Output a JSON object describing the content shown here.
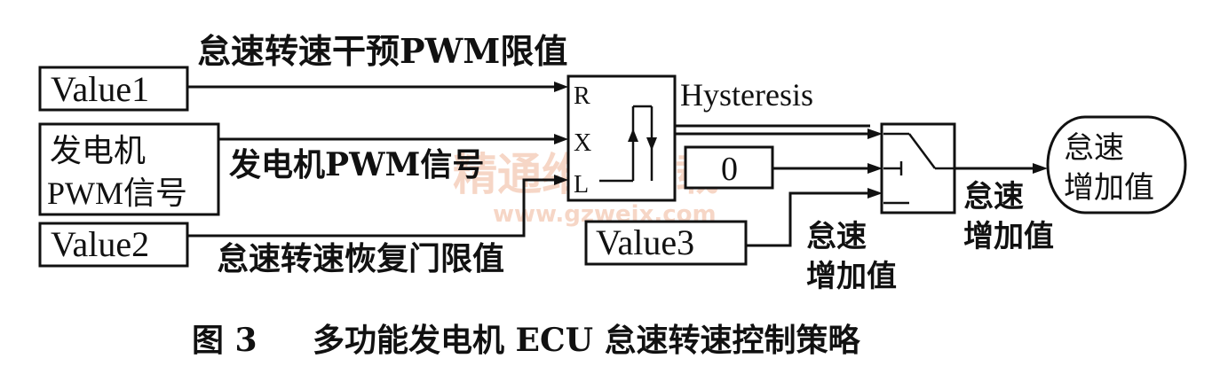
{
  "inputs": {
    "value1": "Value1",
    "gen_pwm_line1": "发电机",
    "gen_pwm_line2": "PWM信号",
    "value2": "Value2",
    "value3": "Value3",
    "zero": "0"
  },
  "wire_labels": {
    "idle_interfere_limit": "怠速转速干预PWM限值",
    "gen_pwm_signal": "发电机PWM信号",
    "idle_recover_limit": "怠速转速恢复门限值",
    "idle_increase_1_line1": "怠速",
    "idle_increase_1_line2": "增加值",
    "idle_increase_2_line1": "怠速",
    "idle_increase_2_line2": "增加值"
  },
  "hysteresis_block": {
    "title": "Hysteresis",
    "port_r": "R",
    "port_x": "X",
    "port_l": "L"
  },
  "output": {
    "line1": "怠速",
    "line2": "增加值"
  },
  "caption": {
    "figure_no": "图 3",
    "text": "多功能发电机 ECU 怠速转速控制策略"
  },
  "watermark": {
    "text": "精通维修下载",
    "url": "www.gzweix.com"
  }
}
